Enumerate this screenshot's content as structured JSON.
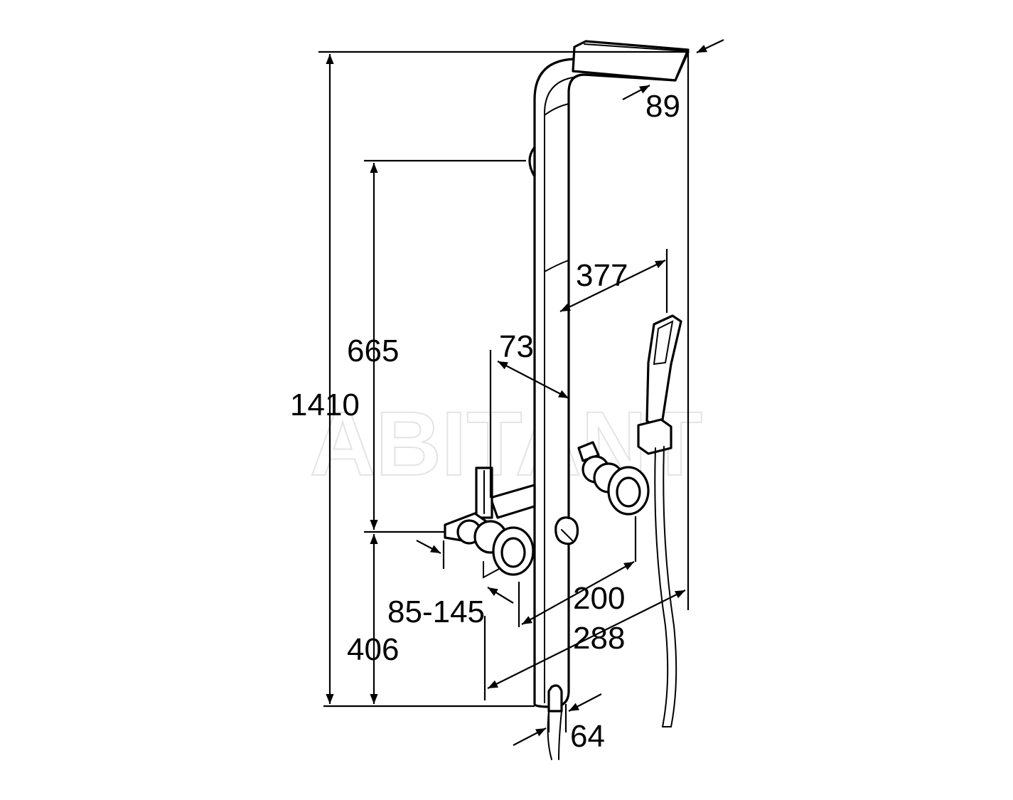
{
  "watermark": "ABITANT",
  "dimensions": {
    "overall_height": "1410",
    "upper_height": "665",
    "lower_height": "406",
    "top_depth": "89",
    "handshower_offset": "377",
    "valve_spacing": "73",
    "wall_offset_range": "85-145",
    "valve_projection": "200",
    "handshower_projection": "288",
    "bottom_width": "64"
  }
}
